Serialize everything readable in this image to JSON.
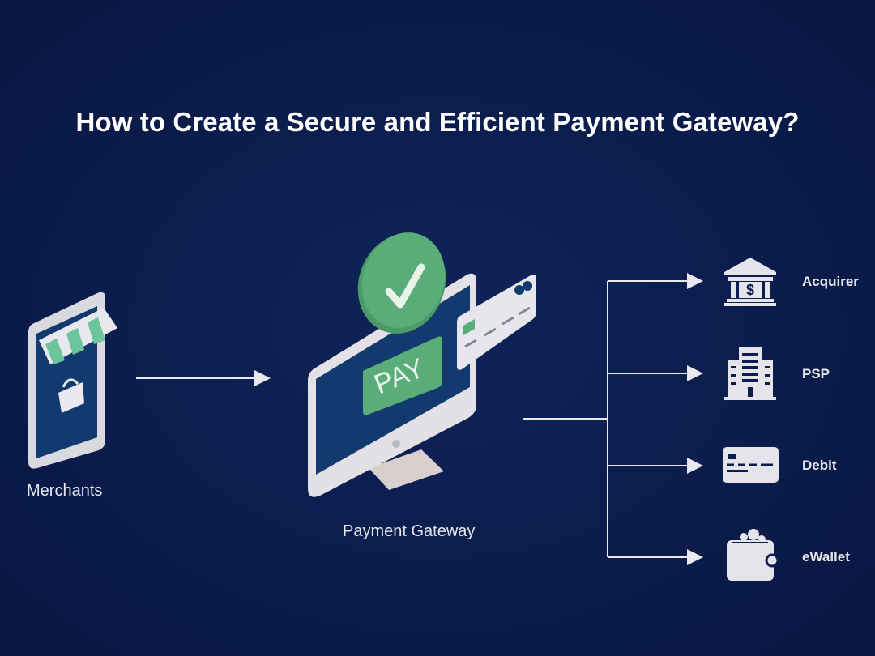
{
  "title": "How to Create a Secure and Efficient Payment Gateway?",
  "nodes": {
    "merchants": "Merchants",
    "gateway": "Payment Gateway",
    "pay_button": "PAY"
  },
  "destinations": [
    {
      "label": "Acquirer",
      "icon": "bank-icon"
    },
    {
      "label": "PSP",
      "icon": "building-icon"
    },
    {
      "label": "Debit",
      "icon": "debit-card-icon"
    },
    {
      "label": "eWallet",
      "icon": "wallet-icon"
    }
  ],
  "colors": {
    "background": "#0c1d4e",
    "green": "#5aad78",
    "screen": "#123a6e",
    "light": "#e4e4ea"
  }
}
